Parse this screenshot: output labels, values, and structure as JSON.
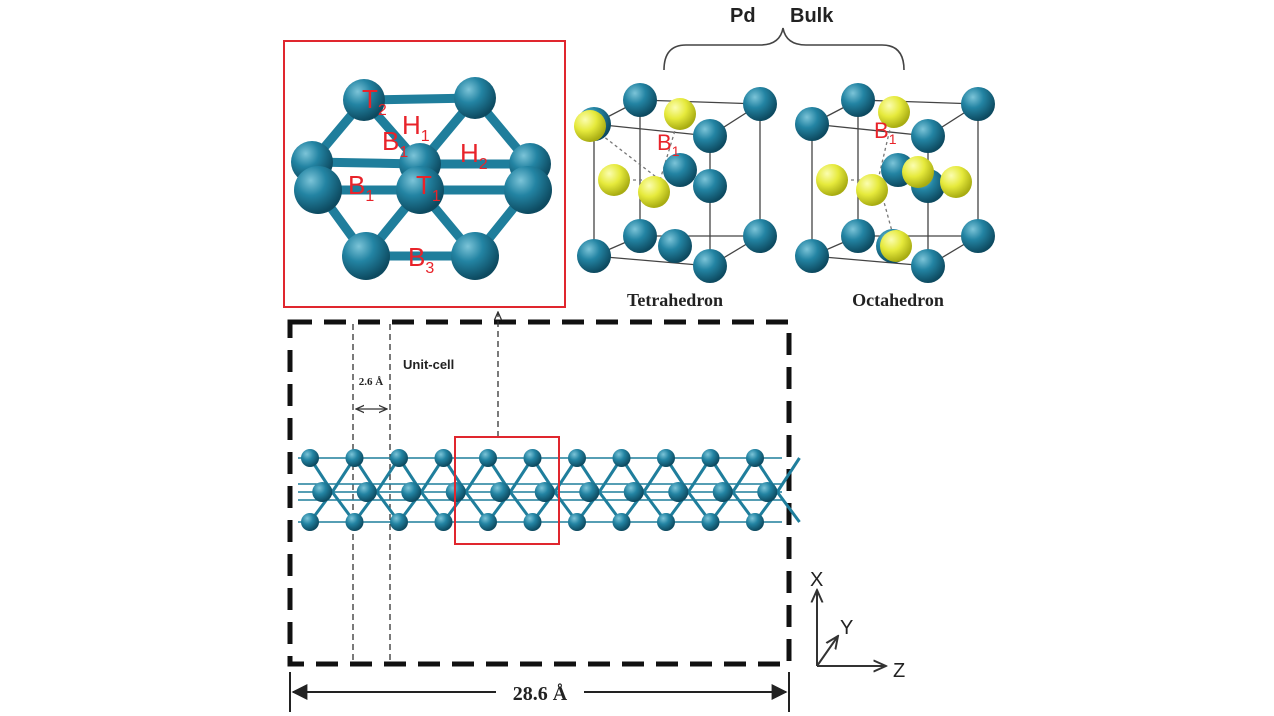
{
  "header": {
    "bulk_left": "Pd",
    "bulk_right": "Bulk"
  },
  "surface_sites": {
    "T2": {
      "main": "T",
      "sub": "2"
    },
    "H1": {
      "main": "H",
      "sub": "1"
    },
    "B1a": {
      "main": "B",
      "sub": "1"
    },
    "H2": {
      "main": "H",
      "sub": "2"
    },
    "B1b": {
      "main": "B",
      "sub": "1"
    },
    "T1": {
      "main": "T",
      "sub": "1"
    },
    "B3": {
      "main": "B",
      "sub": "3"
    }
  },
  "bulk_sites": {
    "tetra_site": {
      "main": "B",
      "sub": "1"
    },
    "octa_site": {
      "main": "B",
      "sub": "1"
    }
  },
  "captions": {
    "tetrahedron": "Tetrahedron",
    "octahedron": "Octahedron"
  },
  "unit_cell": {
    "label": "Unit-cell",
    "spacing": "2.6 Å"
  },
  "dimension": {
    "total_length": "28.6 Å"
  },
  "axes": {
    "x": "X",
    "y": "Y",
    "z": "Z"
  },
  "colors": {
    "pd_atom": "#1f7e9c",
    "interstitial_atom": "#e4e83a",
    "site_label": "#e8232a",
    "highlight_box": "#e0262e",
    "dashed_frame": "#111111"
  }
}
